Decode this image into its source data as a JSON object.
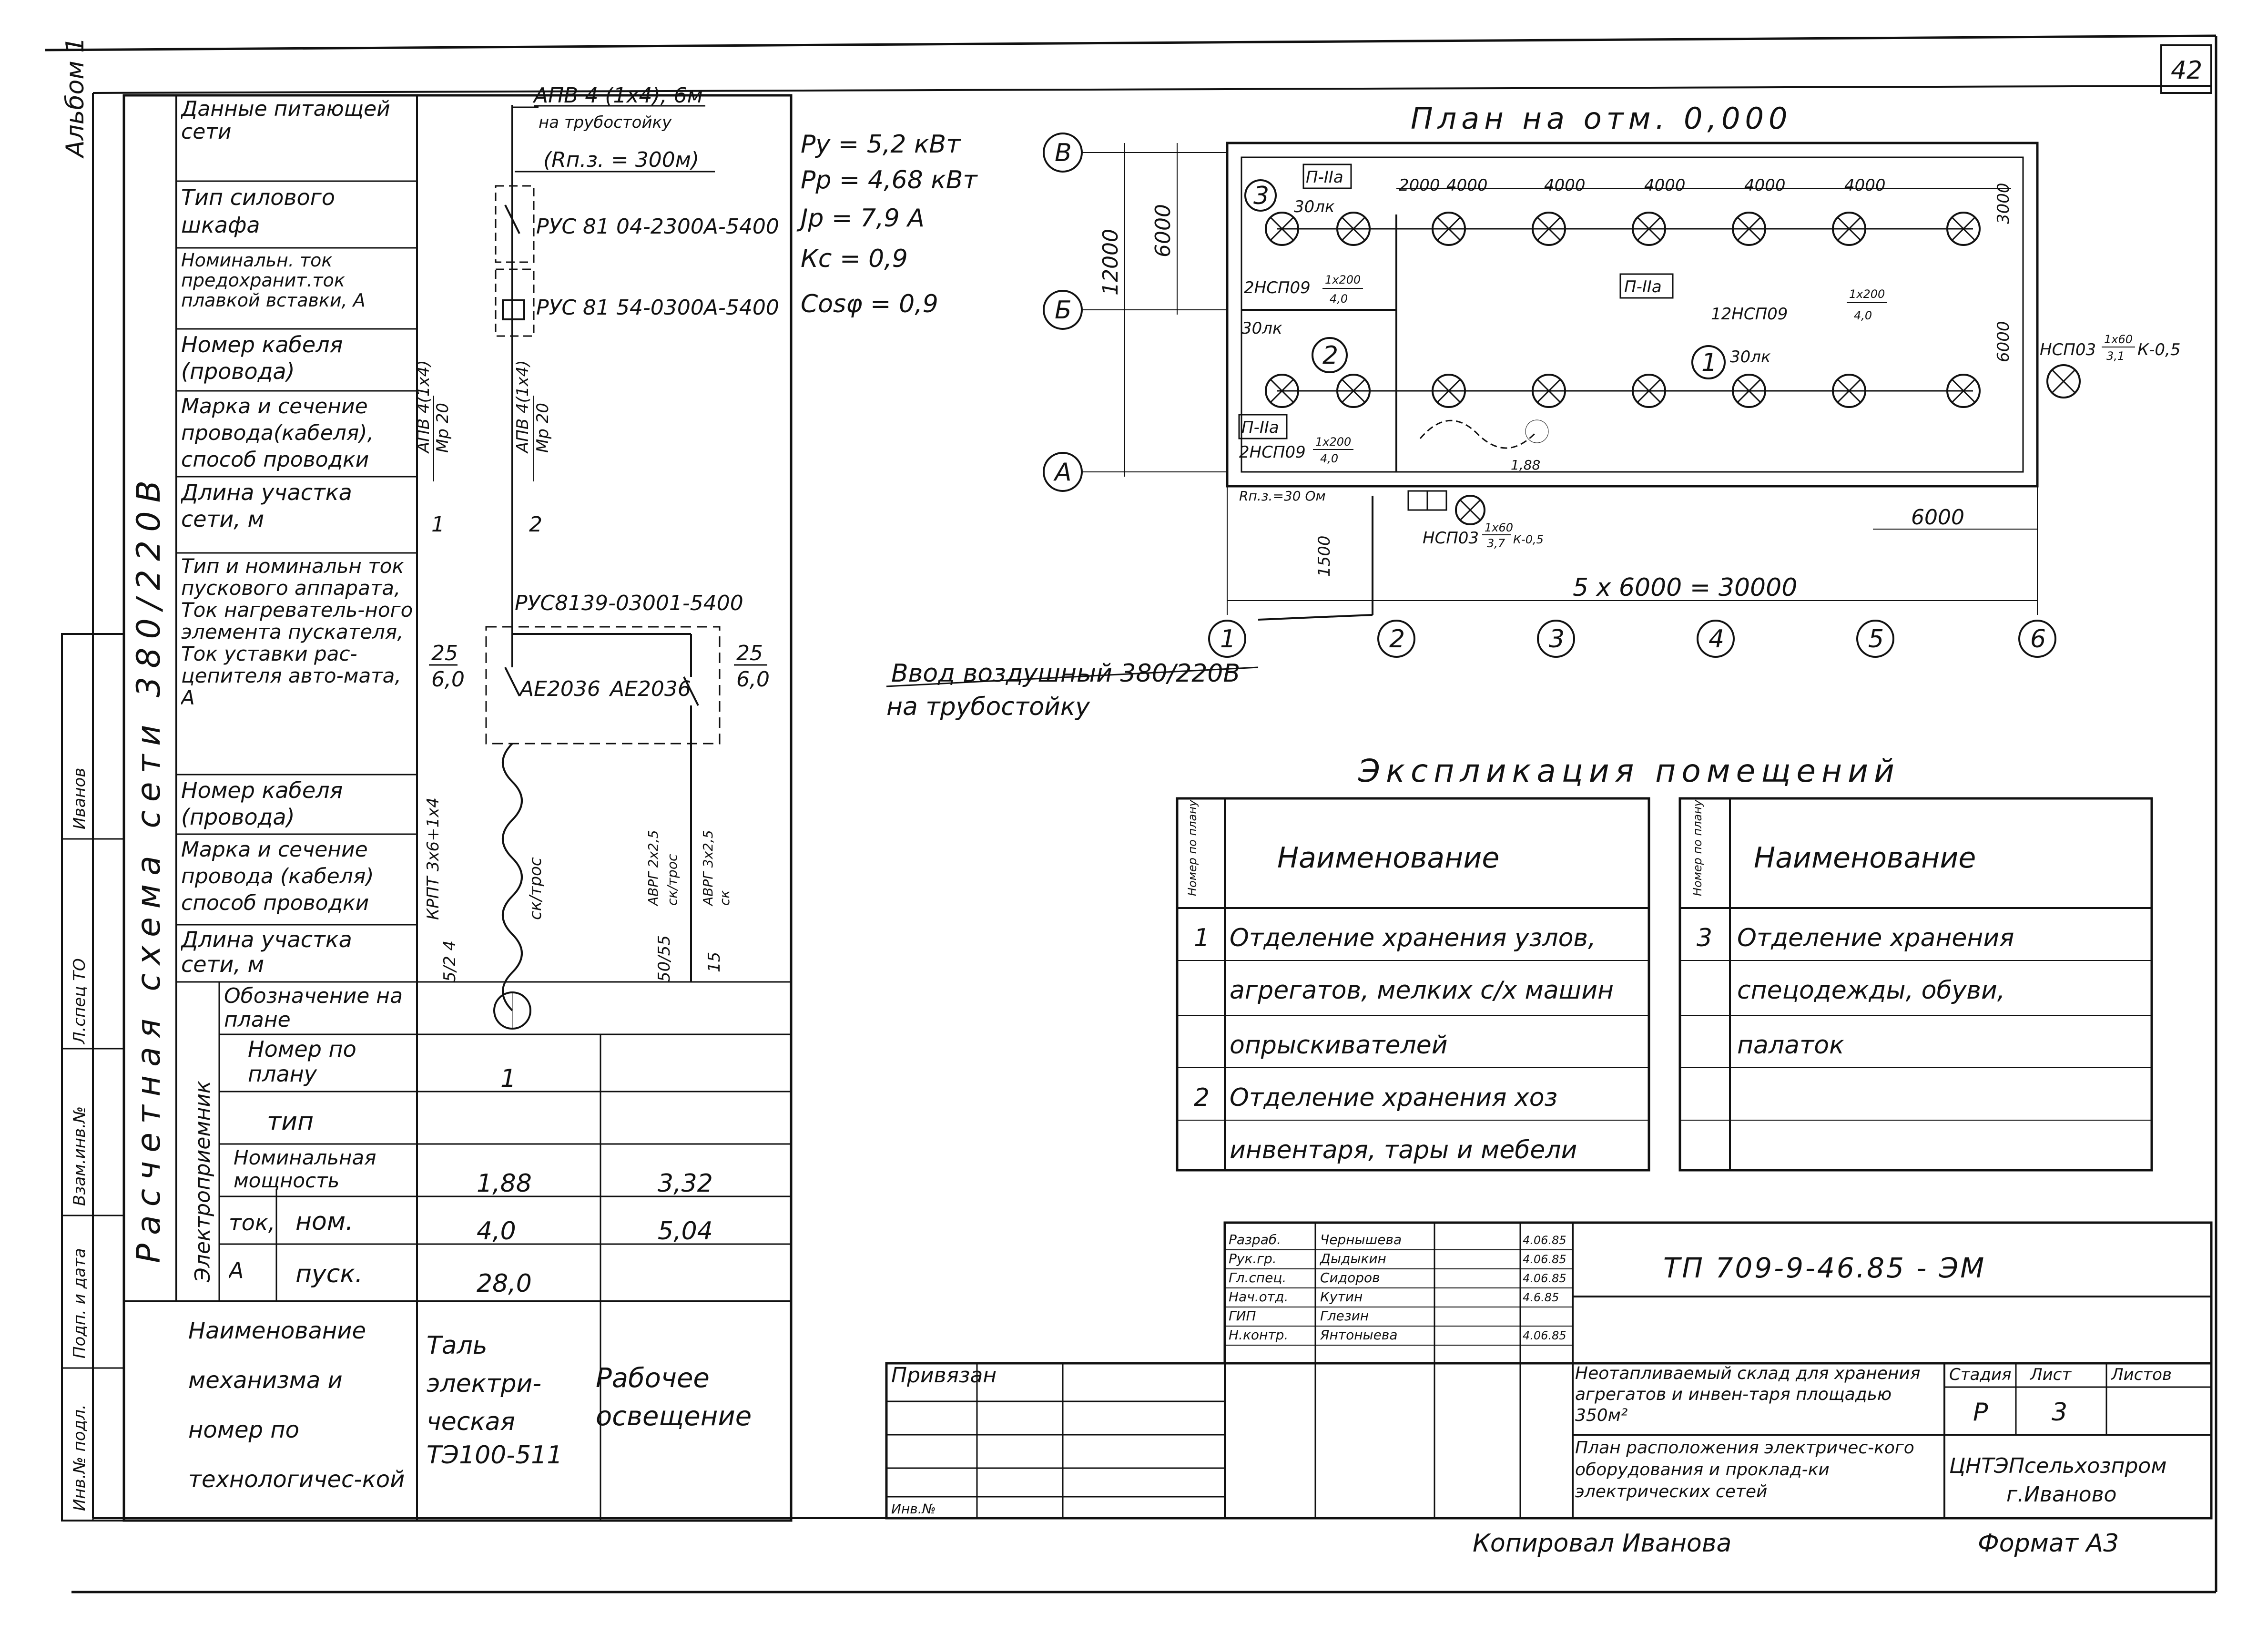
{
  "sheet": {
    "page_number": "42",
    "album": "Альбом 1",
    "copied_by": "Копировал Иванова",
    "format": "Формат А3",
    "binding": "Привязан",
    "inv_no_bottom": "Инв.№"
  },
  "scheme": {
    "vertical_title": "Расчетная схема сети 380/220В",
    "power_values": [
      "Ру = 5,2 кВт",
      "Рр = 4,68 кВт",
      "Јр = 7,9 А",
      "Кс = 0,9",
      "Cosφ = 0,9"
    ],
    "rows": [
      "Данные питающей сети",
      "Тип силового шкафа",
      "Номинальн. ток предохранит.ток плавкой вставки, А",
      "Номер кабеля (провода)",
      "Марка и сечение провода(кабеля), способ проводки",
      "Длина участка сети, м",
      "Тип и номинальн ток пускового аппарата, Ток нагреватель-ного элемента пускателя, Ток уставки рас-цепителя авто-мата, А",
      "Номер кабеля (провода)",
      "Марка и сечение провода (кабеля) способ проводки",
      "Длина участка сети, м"
    ],
    "receiver_label": "Электроприемник",
    "receiver_rows": [
      "Обозначение на плане",
      "Номер по плану",
      "тип",
      "Номинальная мощность",
      "ток, А",
      "ном.",
      "пуск."
    ],
    "name_label": "Наименование механизма и номер по технологичес-кой части про-екта",
    "supply": "АПВ 4 (1х4), 6м",
    "supply_note": "на трубостойку",
    "ground": "(Rп.з. = 300м)",
    "cabinet1": "РУС 81 04-2300А-5400",
    "cabinet2": "РУС 81 54-0300А-5400",
    "starter": "РУС8139-03001-5400",
    "breaker1": "АЕ2036",
    "breaker2": "АЕ2036",
    "rating_left_top": "25",
    "rating_left_bottom": "6,0",
    "rating_right_top": "25",
    "rating_right_bottom": "6,0",
    "cable1_num": "1",
    "cable2_num": "2",
    "cable1_mark": "АПВ 4(1х4)",
    "cable1_method": "Мр 20",
    "cable2_mark": "АПВ 4(1х4)",
    "cable2_method": "Мр 20",
    "cable3_mark": "КРПТ 3х6+1х4",
    "cable3_method": "ск/трос",
    "cable3_len": "5/2 4",
    "cable4_mark": "АВРГ 2х2,5",
    "cable4_method": "ск/трос",
    "cable4_len": "50/55",
    "cable5_mark": "АВРГ 3х2,5",
    "cable5_method": "ск",
    "cable5_len": "15",
    "col1": {
      "number": "1",
      "type": "",
      "power": "1,88",
      "current_nom": "4,0",
      "current_start": "28,0",
      "name": [
        "Таль",
        "электри-",
        "ческая",
        "ТЭ100-511"
      ]
    },
    "col2": {
      "number": "",
      "type": "",
      "power": "3,32",
      "current_nom": "5,04",
      "current_start": "",
      "name": [
        "Рабочее",
        "освещение"
      ]
    }
  },
  "plan": {
    "title": "План на отм. 0,000",
    "axes_letters": [
      "В",
      "Б",
      "А"
    ],
    "axes_numbers": [
      "1",
      "2",
      "3",
      "4",
      "5",
      "6"
    ],
    "dims_vertical": [
      "12000",
      "6000"
    ],
    "dims_top": [
      "2000",
      "4000",
      "4000",
      "4000",
      "4000",
      "4000",
      "3000"
    ],
    "dims_right": [
      "3000",
      "6000"
    ],
    "dim_bottom": "5 х 6000 = 30000",
    "dim_bay": "6000",
    "dim_1500": "1500",
    "room_numbers": [
      "1",
      "2",
      "3"
    ],
    "lux1": "30лк",
    "lux2": "30лк",
    "lux3": "30лк",
    "class1": "П-IIа",
    "class2": "П-IIа",
    "class3": "П-IIа",
    "lamps_room1": "12НСП09",
    "lamps_room1_frac": [
      "1х200",
      "4,0"
    ],
    "lamps_room2": "2НСП09",
    "lamps_room2_frac": [
      "1х200",
      "4,0"
    ],
    "lamps_room3": "2НСП09",
    "lamps_room3_frac": [
      "1х200",
      "4,0"
    ],
    "outdoor_right": "НСП03",
    "outdoor_right_frac": [
      "1х60",
      "3,1"
    ],
    "outdoor_right_k": "К-0,5",
    "outdoor_bottom": "НСП03",
    "outdoor_bottom_frac": [
      "1х60",
      "3,7"
    ],
    "outdoor_bottom_k": "К-0,5",
    "ground_r": "Rп.з.=30 Ом",
    "hoist_power": "1,88",
    "entry": "Ввод воздушный 380/220В",
    "entry_note": "на трубостойку"
  },
  "explication": {
    "title": "Экспликация помещений",
    "col_num": "Номер по плану",
    "col_name": "Наименование",
    "left": [
      [
        "1",
        "Отделение хранения узлов,"
      ],
      [
        "",
        "агрегатов, мелких с/х машин"
      ],
      [
        "",
        "опрыскивателей"
      ],
      [
        "2",
        "Отделение хранения хоз"
      ],
      [
        "",
        "инвентаря, тары и мебели"
      ]
    ],
    "right": [
      [
        "3",
        "Отделение хранения"
      ],
      [
        "",
        "спецодежды, обуви,"
      ],
      [
        "",
        "палаток"
      ],
      [
        "",
        ""
      ],
      [
        "",
        ""
      ]
    ]
  },
  "title_block": {
    "doc_code": "ТП 709-9-46.85 - ЭМ",
    "object": "Неотапливаемый склад для хранения агрегатов и инвен-таря площадью 350м²",
    "sheet_title": "План расположения электричес-кого оборудования и проклад-ки электрических сетей",
    "org": "ЦНТЭПсельхозпром",
    "org_city": "г.Иваново",
    "stage_label": "Стадия",
    "sheet_label": "Лист",
    "sheets_label": "Листов",
    "stage": "Р",
    "sheet": "3",
    "sheets": "",
    "signers": [
      [
        "Разраб.",
        "Чернышева",
        "4.06.85"
      ],
      [
        "Рук.гр.",
        "Дыдыкин",
        "4.06.85"
      ],
      [
        "Гл.спец.",
        "Сидоров",
        "4.06.85"
      ],
      [
        "Нач.отд.",
        "Кутин",
        "4.6.85"
      ],
      [
        "ГИП",
        "Глезин",
        ""
      ],
      [
        "Н.контр.",
        "Янтоныева",
        "4.06.85"
      ]
    ]
  },
  "left_stamp": {
    "inv_orig": "Инв.№ подл.",
    "sign_date": "Подп. и дата",
    "replace_inv": "Взам.инв.№",
    "spec": "Л.спец ТО",
    "name": "Иванов"
  }
}
